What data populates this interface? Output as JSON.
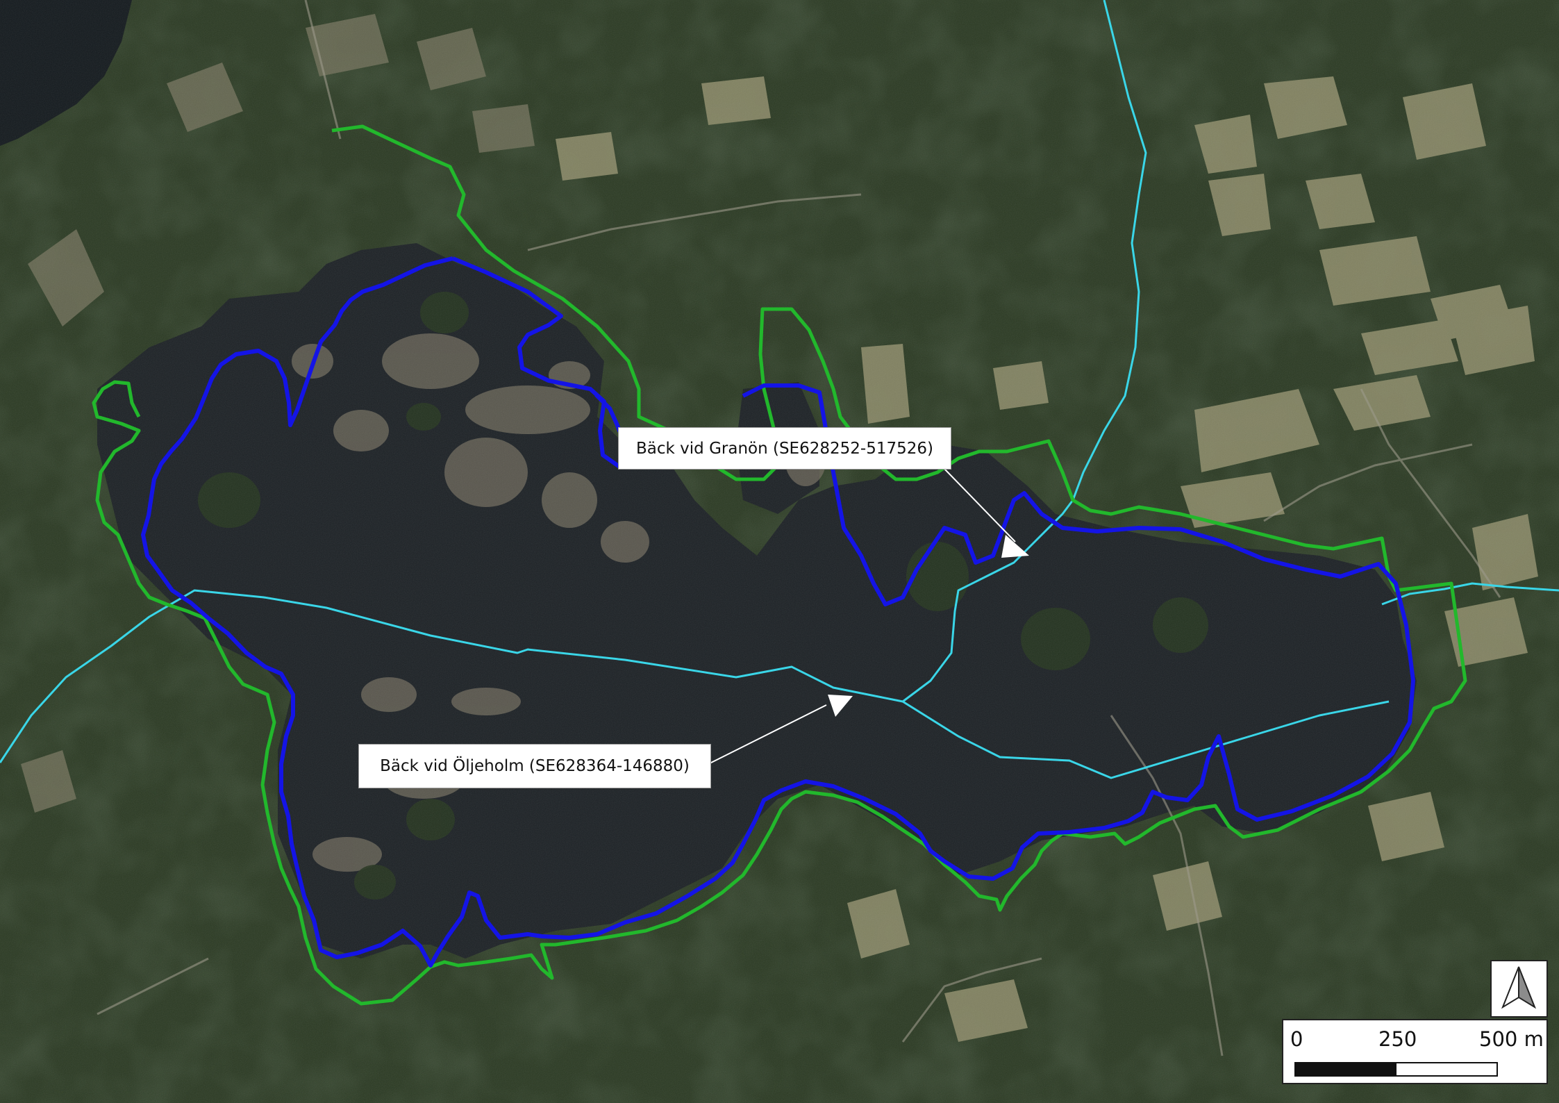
{
  "map": {
    "labels": {
      "granon": "Bäck vid Granön (SE628252-517526)",
      "oljeholm": "Bäck vid Öljeholm (SE628364-146880)"
    },
    "scale": {
      "tick_0": "0",
      "tick_250": "250",
      "tick_500": "500 m",
      "filled_fraction": 0.5
    },
    "colors": {
      "outer_boundary": "#22b82c",
      "inner_boundary": "#1414e6",
      "stream": "#3ad6e8",
      "wetland": "#1c2126",
      "forest": "#2a3a22",
      "field": "#8a8a66"
    },
    "icons": {
      "north_arrow": "north-arrow-icon",
      "pointer": "arrow-pointer-icon"
    }
  }
}
